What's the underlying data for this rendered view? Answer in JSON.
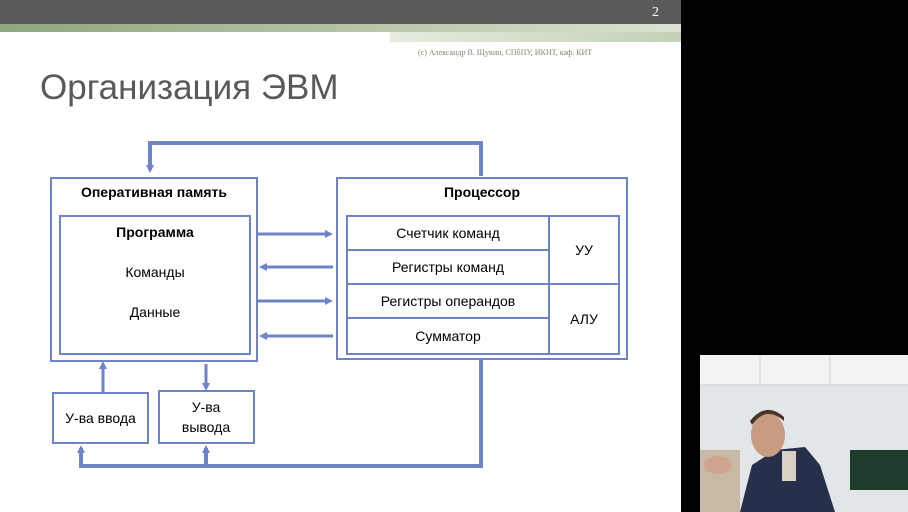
{
  "slide": {
    "number": "2",
    "copyright": "(c) Александр В. Щукин, СПбПУ, ИКНТ, каф. КИТ",
    "title": "Организация ЭВМ"
  },
  "diagram": {
    "memory": {
      "title": "Оперативная память",
      "program_title": "Программа",
      "items": [
        "Команды",
        "Данные"
      ]
    },
    "input_device": "У-ва ввода",
    "output_device": "У-ва вывода",
    "processor": {
      "title": "Процессор",
      "rows": [
        "Счетчик команд",
        "Регистры команд",
        "Регистры операндов",
        "Сумматор"
      ],
      "units": [
        "УУ",
        "АЛУ"
      ]
    }
  },
  "colors": {
    "box_border": "#6f83c8",
    "arrow": "#6f83c8",
    "title_text": "#595959"
  },
  "webcam": {
    "description_icon": "presenter-video-icon"
  }
}
